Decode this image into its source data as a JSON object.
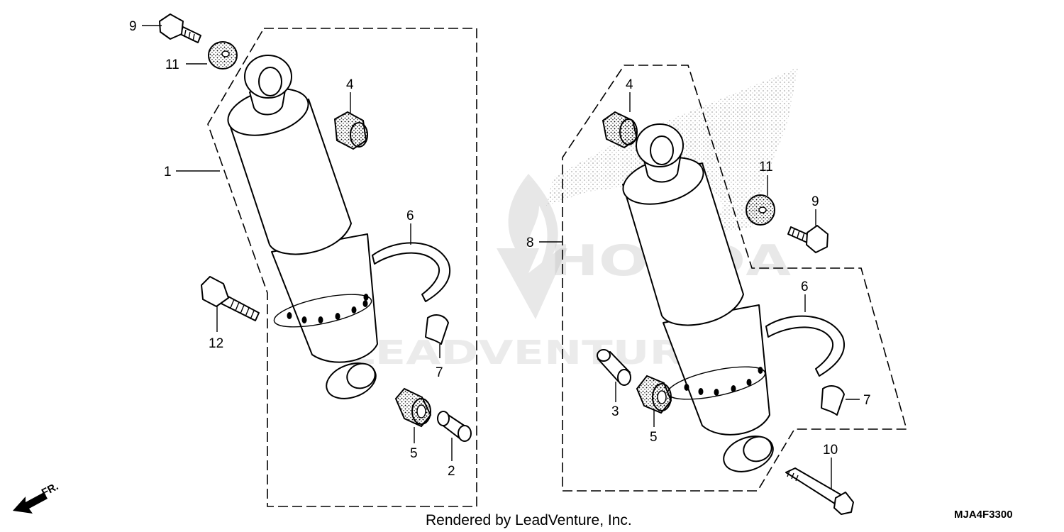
{
  "diagram": {
    "callouts": {
      "left_shock": "1",
      "left_collar": "2",
      "right_collar": "3",
      "left_bush_top": "4",
      "right_bush_top": "4",
      "left_bush_bottom": "5",
      "right_bush_bottom": "5",
      "left_band": "6",
      "right_band": "6",
      "left_label": "7",
      "right_label": "7",
      "right_shock": "8",
      "left_bolt_small": "9",
      "right_bolt_small": "9",
      "right_bolt_long": "10",
      "left_washer": "11",
      "right_washer": "11",
      "left_bolt_long": "12"
    },
    "direction_label": "FR.",
    "watermark_brand": "HONDA",
    "watermark_vendor": "LEADVENTURE",
    "footer_text": "Rendered by LeadVenture, Inc.",
    "diagram_code": "MJA4F3300"
  }
}
